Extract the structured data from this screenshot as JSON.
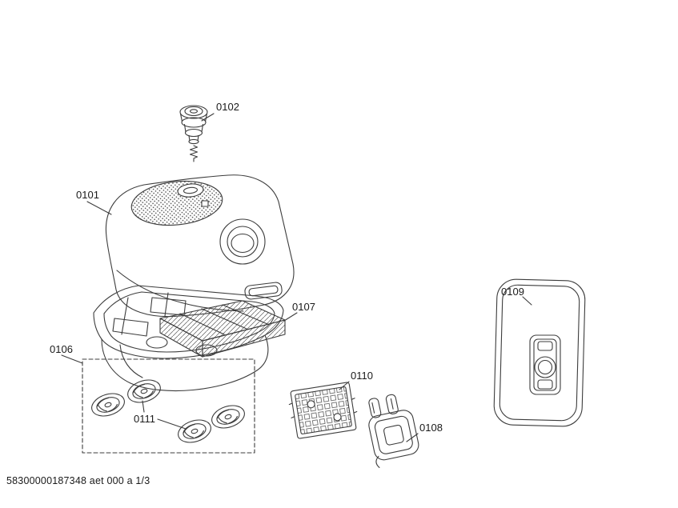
{
  "diagram": {
    "labels": {
      "l0101": "0101",
      "l0102": "0102",
      "l0106": "0106",
      "l0107": "0107",
      "l0108": "0108",
      "l0109": "0109",
      "l0110": "0110",
      "l0111": "0111"
    },
    "footer": "58300000187348 aet 000 a 1/3",
    "colors": {
      "line": "#3c3c3c",
      "text": "#1a1a1a",
      "background": "#ffffff"
    }
  }
}
